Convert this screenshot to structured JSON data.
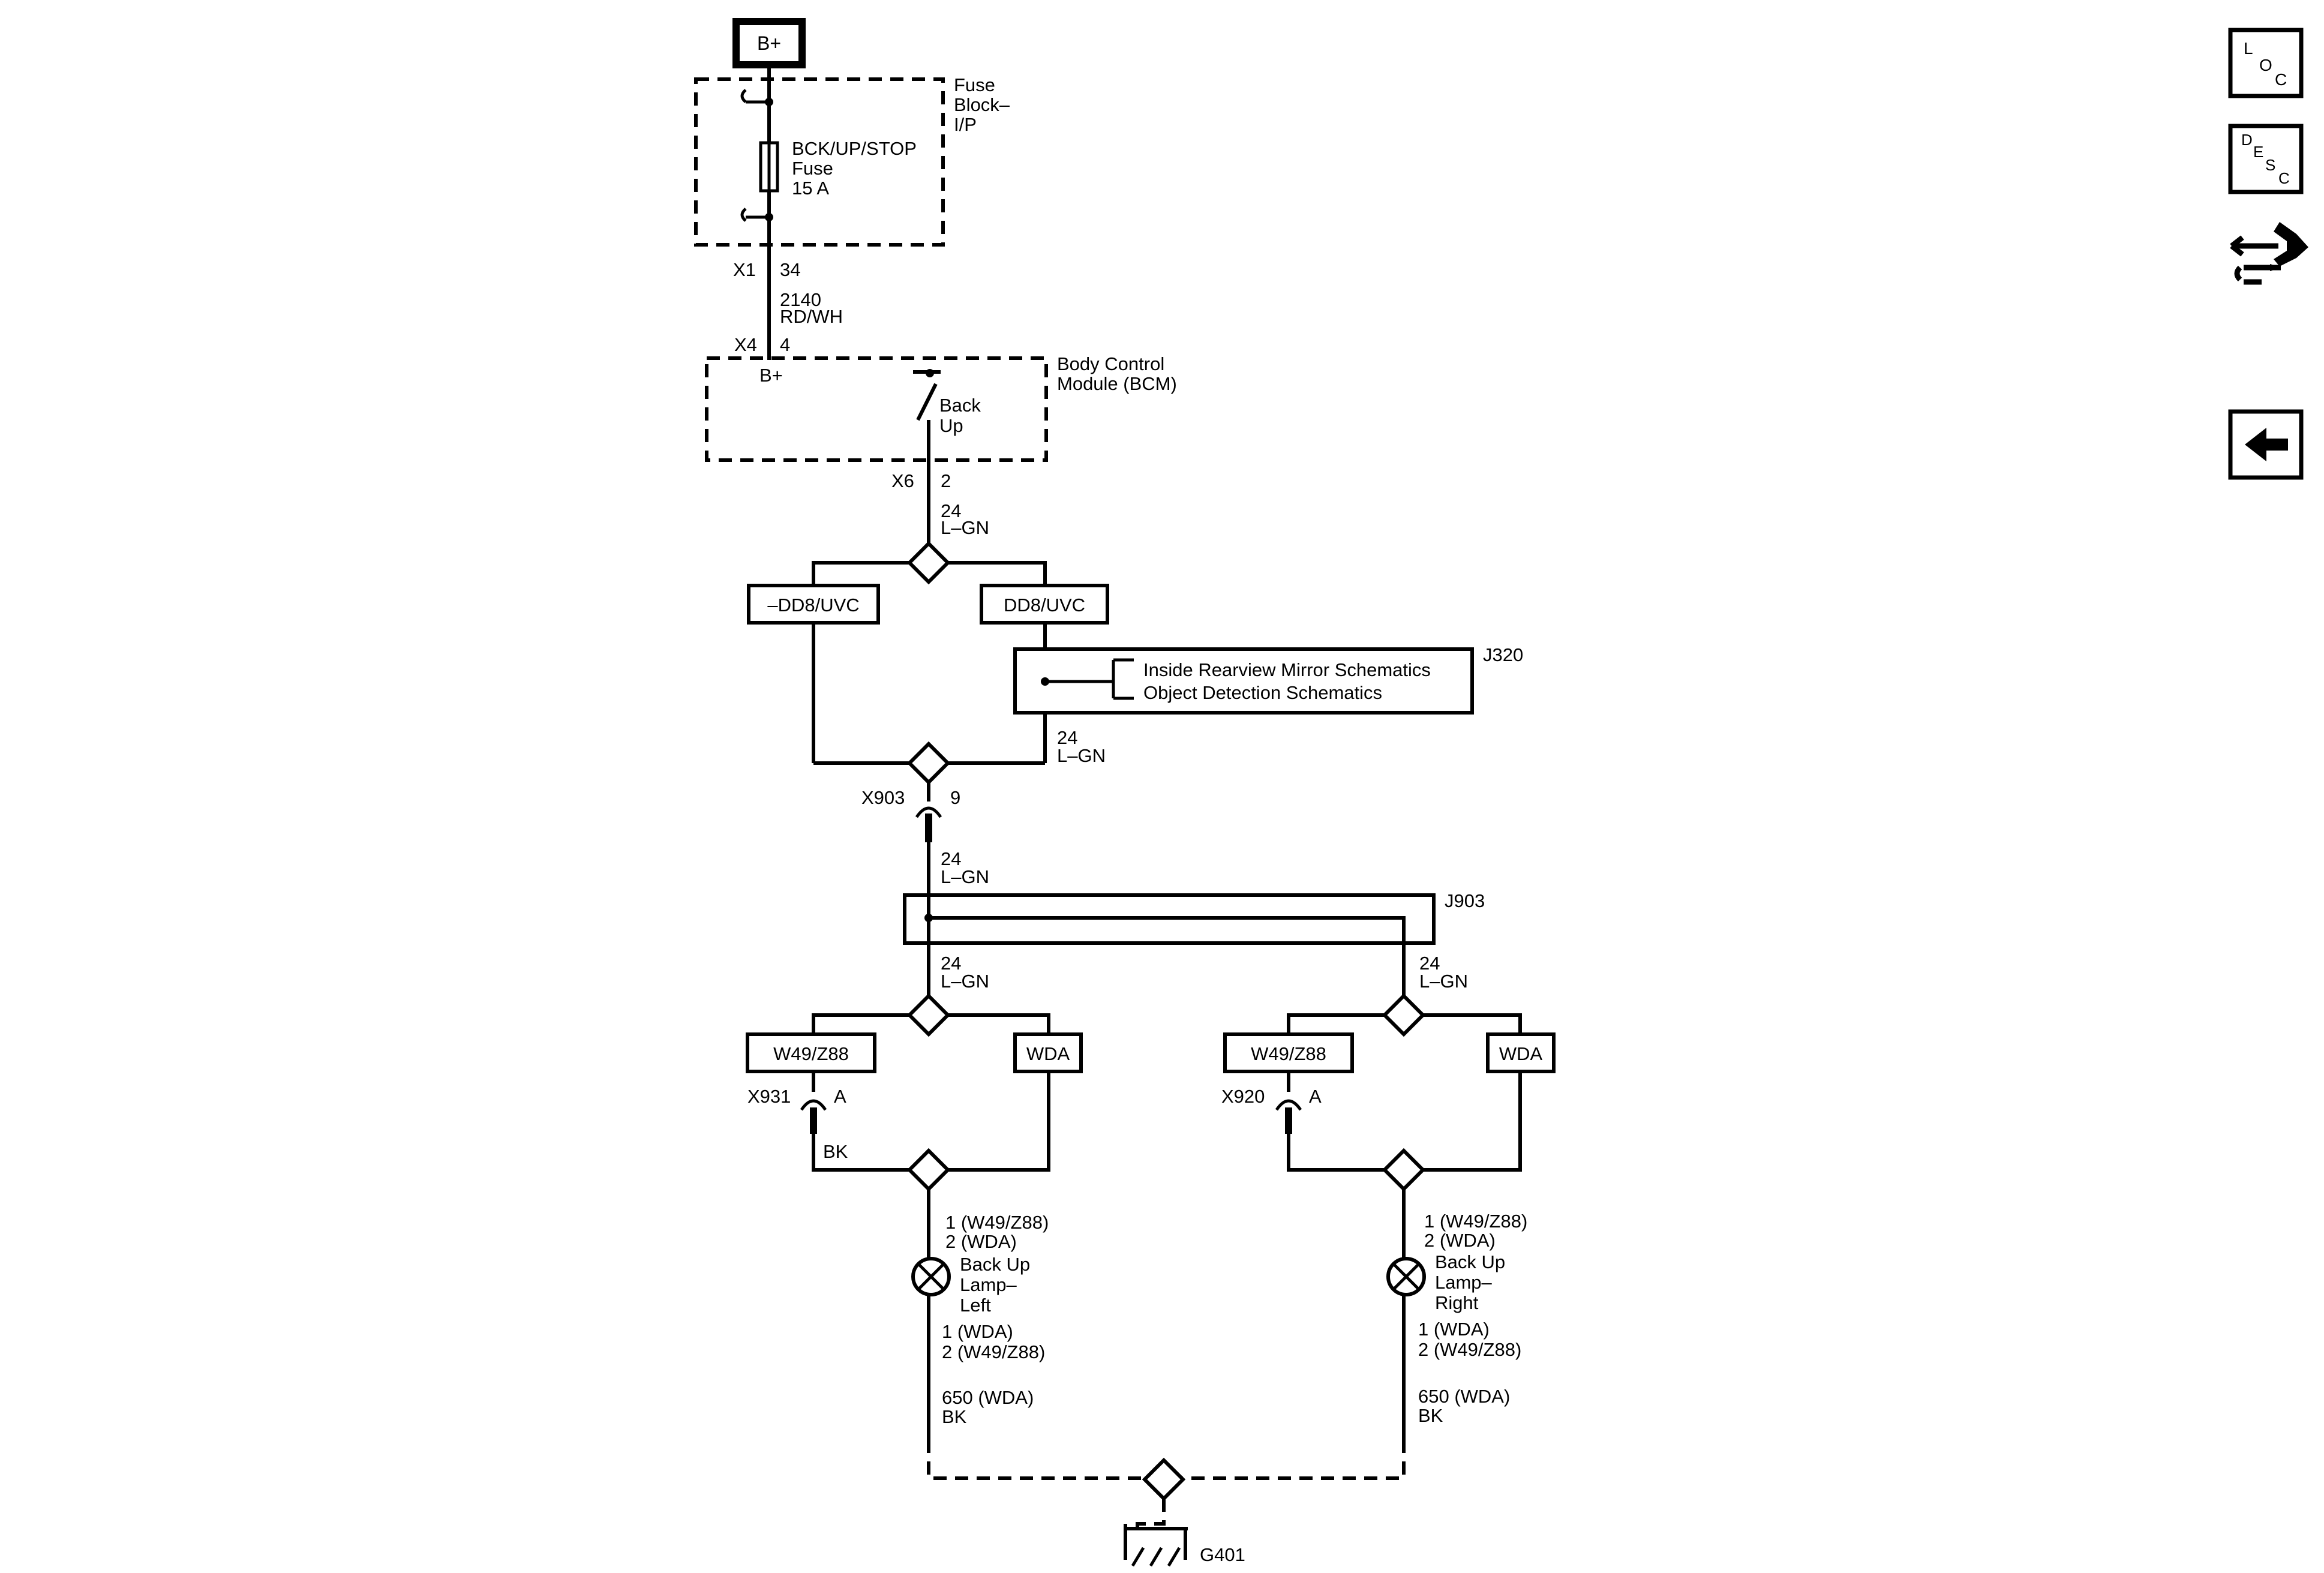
{
  "power": {
    "label": "B+"
  },
  "fuse_block": {
    "name": [
      "Fuse",
      "Block–",
      "I/P"
    ],
    "fuse": [
      "BCK/UP/STOP",
      "Fuse",
      "15 A"
    ],
    "connector": "X1",
    "pin": "34"
  },
  "wire_2140": {
    "circuit": "2140",
    "color": "RD/WH"
  },
  "bcm": {
    "name": [
      "Body Control",
      "Module (BCM)"
    ],
    "in_connector": "X4",
    "in_pin": "4",
    "supply_label": "B+",
    "switch_label": [
      "Back",
      "Up"
    ],
    "out_connector": "X6",
    "out_pin": "2"
  },
  "wire_24": {
    "circuit": "24",
    "color": "L–GN"
  },
  "options": {
    "minus_dd8_uvc": "–DD8/UVC",
    "dd8_uvc": "DD8/UVC",
    "w49_z88": "W49/Z88",
    "wda": "WDA"
  },
  "j320": {
    "id": "J320",
    "refs": [
      "Inside Rearview Mirror Schematics",
      "Object Detection Schematics"
    ]
  },
  "x903": {
    "connector": "X903",
    "pin": "9"
  },
  "j903": {
    "id": "J903"
  },
  "x931": {
    "connector": "X931",
    "pin": "A",
    "wire_color": "BK"
  },
  "x920": {
    "connector": "X920",
    "pin": "A"
  },
  "lamp_left": {
    "pins_top": [
      "1 (W49/Z88)",
      "2 (WDA)"
    ],
    "name": [
      "Back Up",
      "Lamp–",
      "Left"
    ],
    "pins_bottom": [
      "1 (WDA)",
      "2 (W49/Z88)"
    ],
    "ground_wire": [
      "650 (WDA)",
      "BK"
    ]
  },
  "lamp_right": {
    "pins_top": [
      "1 (W49/Z88)",
      "2 (WDA)"
    ],
    "name": [
      "Back Up",
      "Lamp–",
      "Right"
    ],
    "pins_bottom": [
      "1 (WDA)",
      "2 (W49/Z88)"
    ],
    "ground_wire": [
      "650 (WDA)",
      "BK"
    ]
  },
  "ground": {
    "id": "G401"
  },
  "nav": {
    "loc": [
      "L",
      "O",
      "C"
    ],
    "desc": [
      "D",
      "E",
      "S",
      "C"
    ],
    "connector_icon": "connector-end-view-icon",
    "back_icon": "back-arrow-icon"
  }
}
